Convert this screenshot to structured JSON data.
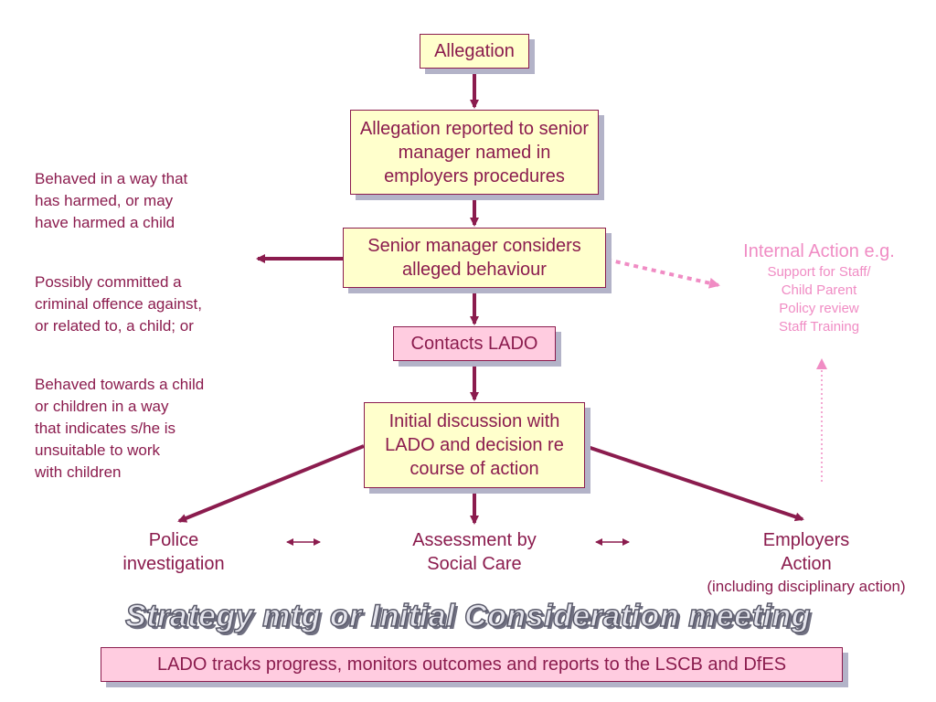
{
  "boxes": {
    "allegation": "Allegation",
    "reported": "Allegation reported to senior manager named in employers procedures",
    "considers": "Senior manager considers alleged behaviour",
    "contacts": "Contacts LADO",
    "initial": "Initial  discussion with LADO and decision re course of action",
    "tracks": "LADO tracks progress, monitors outcomes and reports to the LSCB and DfES"
  },
  "criteria": {
    "harmed": [
      "Behaved in a way that",
      "has harmed, or may",
      "have harmed a child"
    ],
    "criminal": [
      "Possibly committed a",
      "criminal offence against,",
      "or related to, a child; or"
    ],
    "unsuitable": [
      "Behaved towards a child",
      "or children in a way",
      "that indicates s/he is",
      "unsuitable to work",
      "with children"
    ]
  },
  "internal": {
    "title": "Internal Action e.g.",
    "items": [
      "Support for Staff/",
      "Child Parent",
      "Policy review",
      "Staff Training"
    ]
  },
  "outcomes": {
    "police": [
      "Police",
      "investigation"
    ],
    "social": [
      "Assessment by",
      "Social Care"
    ],
    "employers": [
      "Employers",
      "Action"
    ],
    "employers_note": "(including disciplinary action)"
  },
  "strategy": "Strategy mtg or Initial Consideration meeting",
  "colors": {
    "primary": "#8b1c4e",
    "box_fill": "#ffffcc",
    "pink_fill": "#ffcce0",
    "internal_text": "#f08cc4",
    "shadow": "#b3b3c8"
  }
}
